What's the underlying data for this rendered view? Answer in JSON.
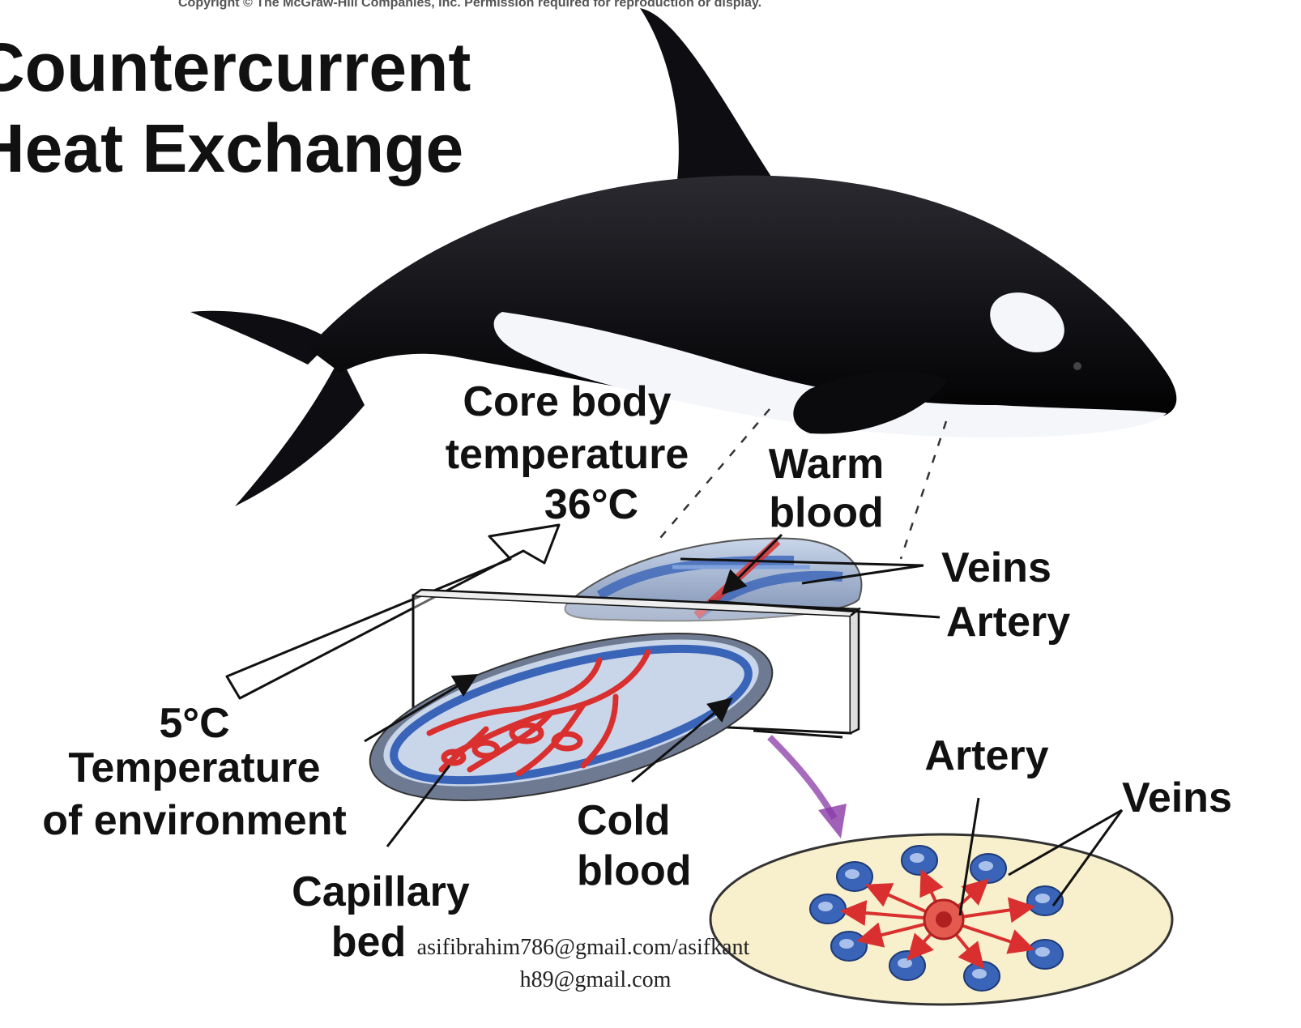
{
  "copyright": "Copyright © The McGraw-Hill Companies, Inc. Permission required for reproduction or display.",
  "title": {
    "line1": "Countercurrent",
    "line2": "Heat Exchange"
  },
  "labels": {
    "core_l1": "Core body",
    "core_l2": "temperature",
    "core_l3": "36°C",
    "warm_l1": "Warm",
    "warm_l2": "blood",
    "veins_top": "Veins",
    "artery_top": "Artery",
    "env_l1": "5°C",
    "env_l2": "Temperature",
    "env_l3": "of environment",
    "cold_l1": "Cold",
    "cold_l2": "blood",
    "cap_l1": "Capillary",
    "cap_l2": "bed",
    "artery_bottom": "Artery",
    "veins_bottom": "Veins"
  },
  "watermark": {
    "line1": "asifibrahim786@gmail.com/asifkant",
    "line2": "h89@gmail.com"
  },
  "colors": {
    "artery": "#d9302f",
    "vein": "#3a64b8",
    "whale": "#141418",
    "cross_section": "#f8f0cc",
    "arrow": "#8a3aa8"
  }
}
